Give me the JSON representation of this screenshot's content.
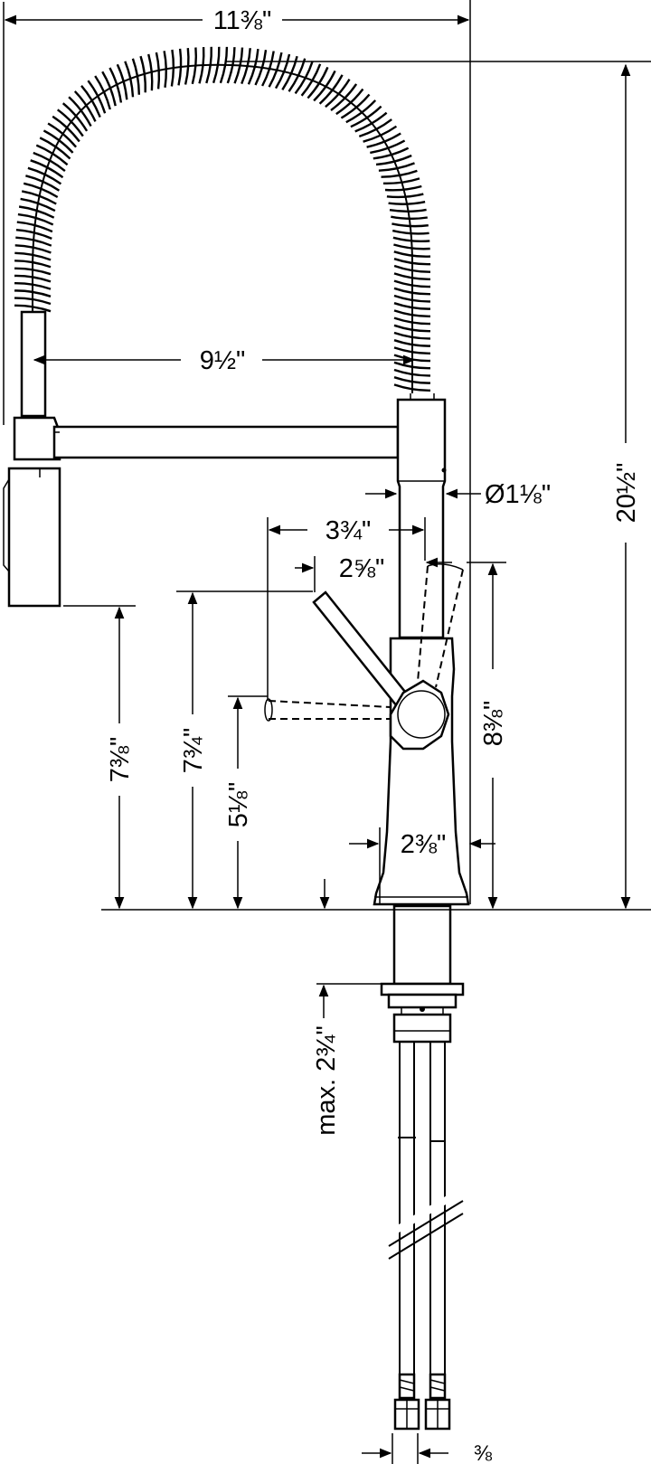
{
  "dimensions": {
    "overall_width": "11⅜\"",
    "spout_reach": "9½\"",
    "overall_height": "20½\"",
    "body_diameter": "Ø1⅛\"",
    "handle_reach_back": "3¾\"",
    "handle_reach_front": "2⅝\"",
    "spray_head_height": "7⅜\"",
    "handle_top_height": "7¾\"",
    "handle_lowest_height": "5⅛\"",
    "handle_clearance_height": "8⅜\"",
    "base_diameter": "2⅜\"",
    "max_deck_thickness": "max. 2¾\"",
    "supply_connection": "⅜"
  }
}
